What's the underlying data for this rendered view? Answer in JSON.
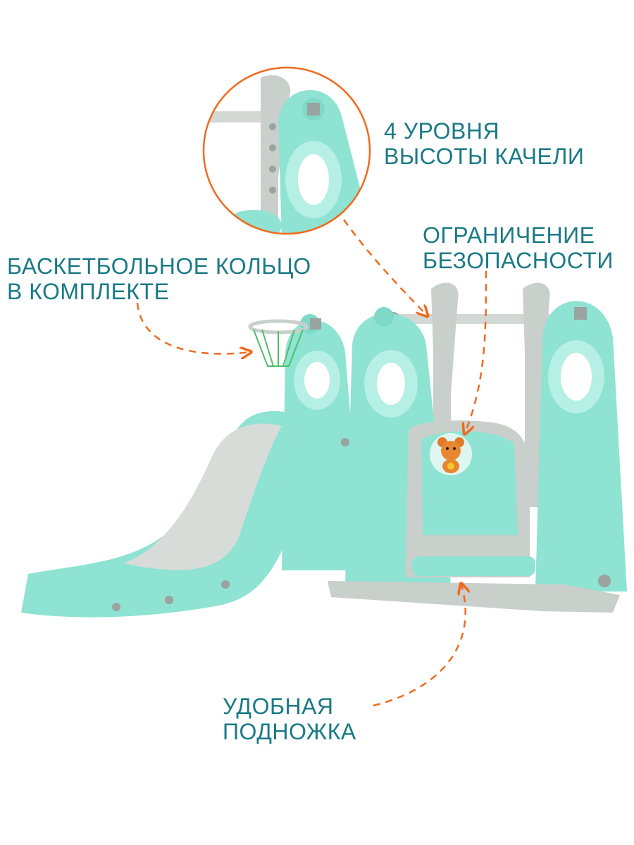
{
  "callouts": {
    "swing_height": {
      "line1": "4 УРОВНЯ",
      "line2": "ВЫСОТЫ КАЧЕЛИ"
    },
    "safety": {
      "line1": "ОГРАНИЧЕНИЕ",
      "line2": "БЕЗОПАСНОСТИ"
    },
    "basketball": {
      "line1": "БАСКЕТБОЛЬНОЕ КОЛЬЦО",
      "line2": "В КОМПЛЕКТЕ"
    },
    "footrest": {
      "line1": "УДОБНАЯ",
      "line2": "ПОДНОЖКА"
    }
  },
  "colors": {
    "text": "#1a7a86",
    "arrow": "#f06a1e",
    "mint": "#8ee3d2",
    "mint_dark": "#5fc9b6",
    "grey": "#c9cfcb",
    "grey_dark": "#9aa39f"
  },
  "icons": [
    "bear-icon",
    "basketball-hoop-icon"
  ]
}
